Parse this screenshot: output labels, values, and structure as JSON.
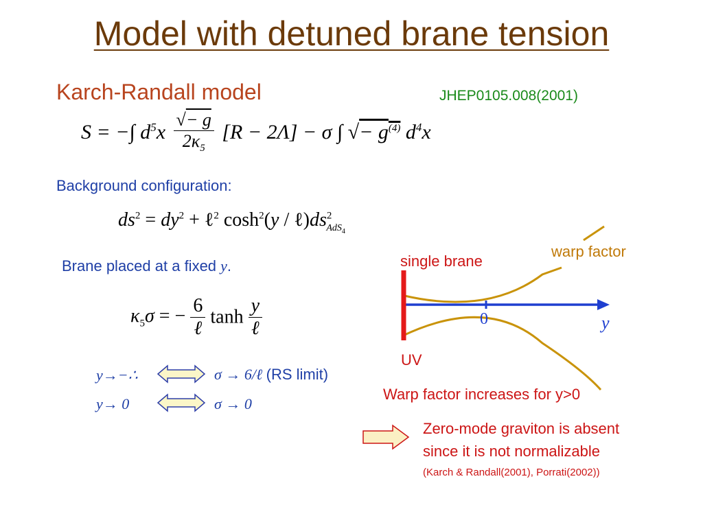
{
  "slide": {
    "title": "Model with detuned brane tension",
    "subtitle": "Karch-Randall model",
    "reference": "JHEP0105.008(2001)",
    "background_label": "Background configuration:",
    "brane_label_prefix": "Brane placed at a fixed ",
    "brane_label_var": "y",
    "brane_label_suffix": ".",
    "limit1": {
      "left": "y→−∴",
      "right": "σ → 6/ℓ",
      "note": "(RS limit)"
    },
    "limit2": {
      "left": "y→ 0",
      "right": "σ → 0"
    }
  },
  "diagram": {
    "single_brane": "single brane",
    "warp_factor": "warp factor",
    "uv": "UV",
    "origin": "0",
    "axis_var": "y",
    "caption": "Warp factor increases for y>0",
    "colors": {
      "brane": "#e41a1a",
      "axis": "#1f3fd0",
      "warp": "#c9930a"
    }
  },
  "note": {
    "line1": "Zero-mode graviton is absent",
    "line2": "since it is not normalizable",
    "citation": "(Karch & Randall(2001),  Porrati(2002))"
  }
}
